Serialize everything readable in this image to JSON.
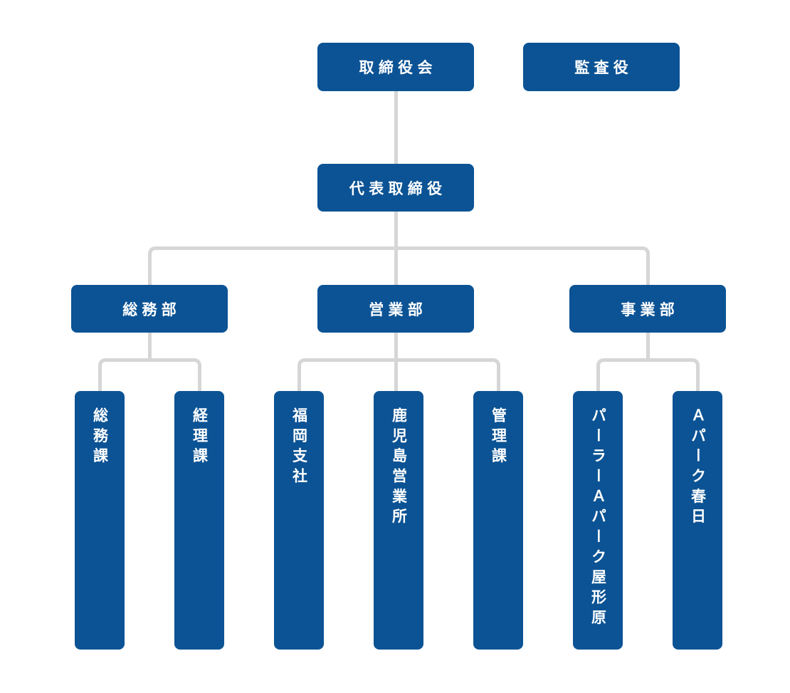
{
  "meta": {
    "type": "org-chart",
    "page_background": "#ffffff",
    "node_color": "#0b5394",
    "node_text_color": "#ffffff",
    "connector_color": "#d6d6d6"
  },
  "nodes": {
    "board": "取締役会",
    "auditor": "監査役",
    "president": "代表取締役",
    "general_affairs_dept": "総務部",
    "sales_dept": "営業部",
    "business_dept": "事業部",
    "general_affairs_section": "総務課",
    "accounting_section": "経理課",
    "fukuoka_branch": "福岡支社",
    "kagoshima_sales_office": "鹿児島営業所",
    "admin_section": "管理課",
    "parlor_apark_yakatabaru": "パーラーＡパーク屋形原",
    "apark_kasuga": "Ａパーク春日"
  },
  "edges": [
    [
      "取締役会",
      "代表取締役"
    ],
    [
      "代表取締役",
      "総務部"
    ],
    [
      "代表取締役",
      "営業部"
    ],
    [
      "代表取締役",
      "事業部"
    ],
    [
      "総務部",
      "総務課"
    ],
    [
      "総務部",
      "経理課"
    ],
    [
      "営業部",
      "福岡支社"
    ],
    [
      "営業部",
      "鹿児島営業所"
    ],
    [
      "営業部",
      "管理課"
    ],
    [
      "事業部",
      "パーラーＡパーク屋形原"
    ],
    [
      "事業部",
      "Ａパーク春日"
    ]
  ]
}
